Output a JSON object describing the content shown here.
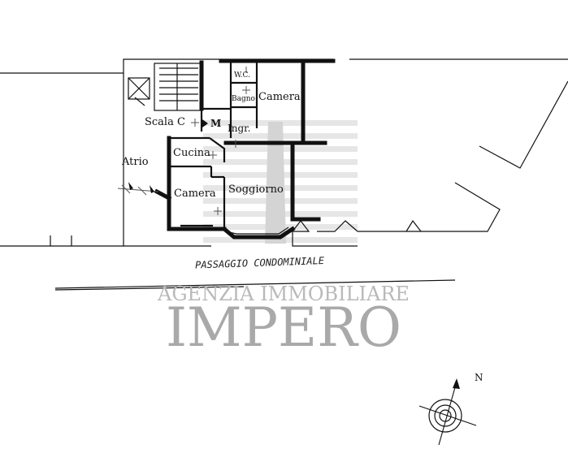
{
  "rooms": {
    "wc": "W.C.",
    "bagno": "Bagno",
    "camera_top": "Camera",
    "scala": "Scala C",
    "m": "M",
    "ingresso": "Ingr.",
    "cucina": "Cucina",
    "atrio": "Atrio",
    "camera_bottom": "Camera",
    "soggiorno": "Soggiorno"
  },
  "passage_label": "PASSAGGIO CONDOMINIALE",
  "watermark": {
    "line1": "AGENZIA IMMOBILIARE",
    "line2": "IMPERO"
  },
  "compass": {
    "north": "N"
  },
  "colors": {
    "walls": "#111111",
    "watermark": "#a9a9a9"
  }
}
